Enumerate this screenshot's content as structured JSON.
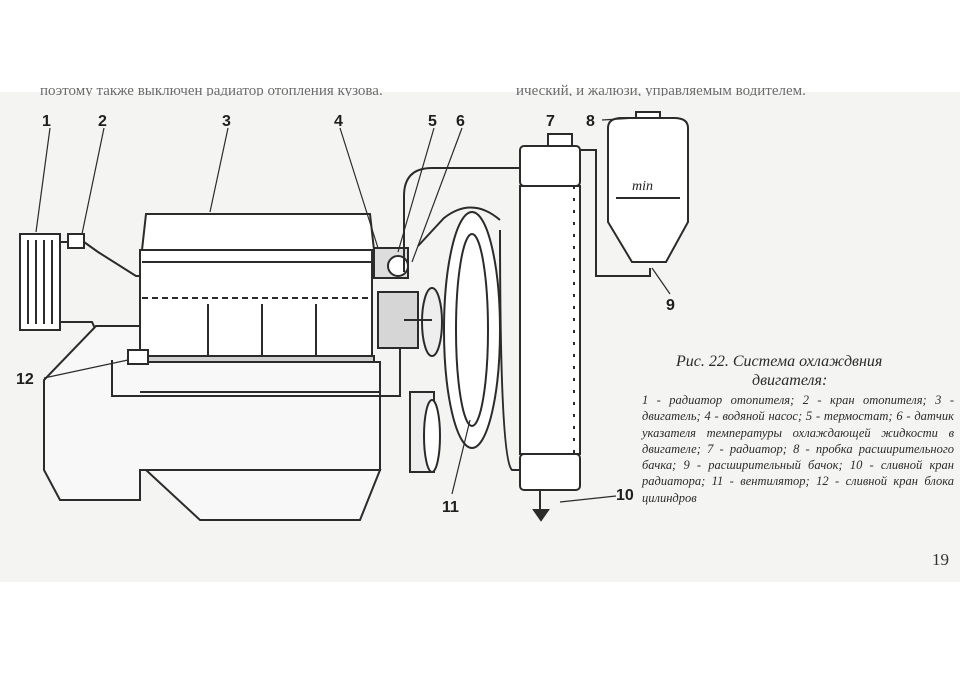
{
  "header": {
    "top_text_left": "поэтому также выключен радиатор отопления кузова.",
    "top_text_right": "ический, и жалюзи, управляемым водителем."
  },
  "diagram": {
    "callouts": [
      "1",
      "2",
      "3",
      "4",
      "5",
      "6",
      "7",
      "8",
      "9",
      "10",
      "11",
      "12"
    ],
    "tank_label": "min"
  },
  "caption": {
    "title_line1": "Рис. 22. Система охлаждвния",
    "title_line2": "двигателя:",
    "legend": "1 - радиатор отопителя; 2 - кран отопителя; 3 - двигатель; 4 - водяной насос; 5 - термостат; 6 - датчик указателя температуры охлаждающей жидкости в двигателе; 7 - радиатор; 8 - пробка расширительного бачка; 9 - расширительный бачок; 10 - сливной кран радиатора; 11 - вентилятор; 12 - сливной кран блока цилиндров"
  },
  "page": {
    "number": "19"
  },
  "colors": {
    "ink": "#2b2b2b",
    "paper": "#f4f4f2"
  }
}
